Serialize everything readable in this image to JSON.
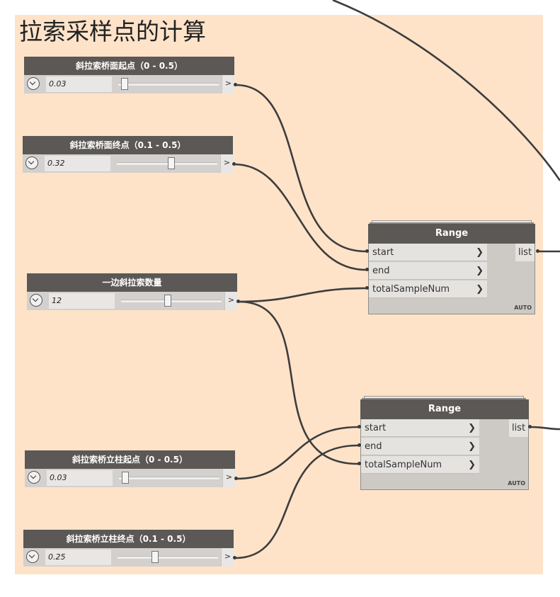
{
  "group": {
    "title": "拉索采样点的计算",
    "background": "#fee3c9"
  },
  "sliders": [
    {
      "label": "斜拉索桥面起点（0 - 0.5）",
      "value": "0.03",
      "level": 0.06,
      "port": ">"
    },
    {
      "label": "斜拉索桥面终点（0.1 - 0.5）",
      "value": "0.32",
      "level": 0.55,
      "port": ">"
    },
    {
      "label": "一边斜拉索数量",
      "value": "12",
      "level": 0.47,
      "port": ">"
    },
    {
      "label": "斜拉索桥立柱起点（0 - 0.5）",
      "value": "0.03",
      "level": 0.06,
      "port": ">"
    },
    {
      "label": "斜拉索桥立柱终点（0.1 - 0.5）",
      "value": "0.25",
      "level": 0.38,
      "port": ">"
    }
  ],
  "range_nodes": [
    {
      "title": "Range",
      "inputs": [
        "start",
        "end",
        "totalSampleNum"
      ],
      "output": "list",
      "lacing": "AUTO"
    },
    {
      "title": "Range",
      "inputs": [
        "start",
        "end",
        "totalSampleNum"
      ],
      "output": "list",
      "lacing": "AUTO"
    }
  ],
  "colors": {
    "node_header": "#5b5855",
    "wire": "#3d3d3d",
    "canvas": "#ffffff"
  }
}
